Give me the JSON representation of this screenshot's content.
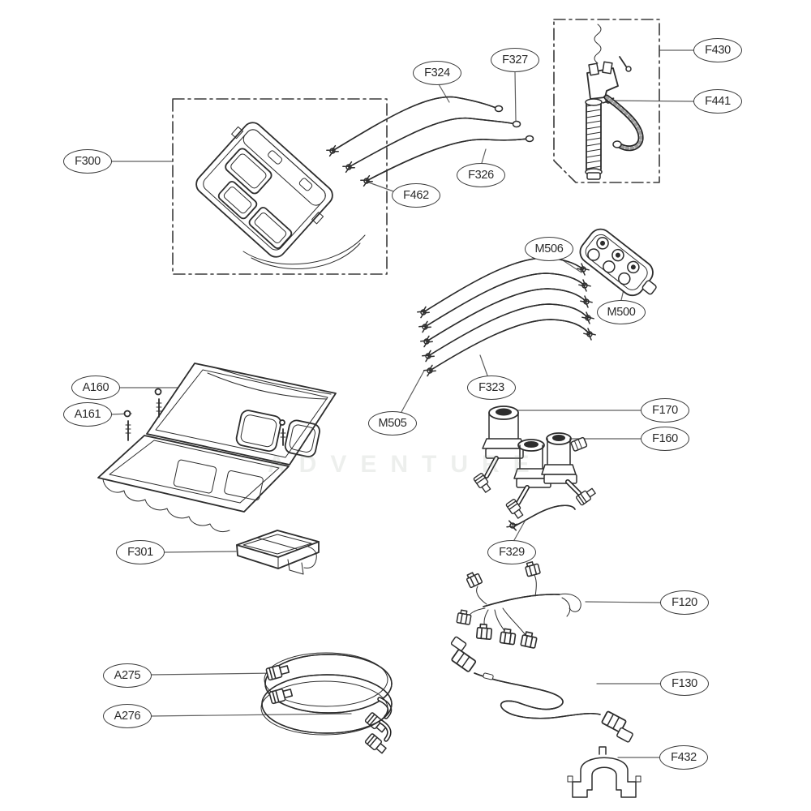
{
  "diagram": {
    "watermark": "ADVENTURE",
    "callouts": {
      "F300": "F300",
      "F324": "F324",
      "F327": "F327",
      "F326": "F326",
      "F462": "F462",
      "F430": "F430",
      "F441": "F441",
      "M506": "M506",
      "M500": "M500",
      "F323": "F323",
      "M505": "M505",
      "F170": "F170",
      "F160": "F160",
      "A160": "A160",
      "A161": "A161",
      "F301": "F301",
      "F329": "F329",
      "F120": "F120",
      "A275": "A275",
      "A276": "A276",
      "F130": "F130",
      "F432": "F432"
    }
  }
}
